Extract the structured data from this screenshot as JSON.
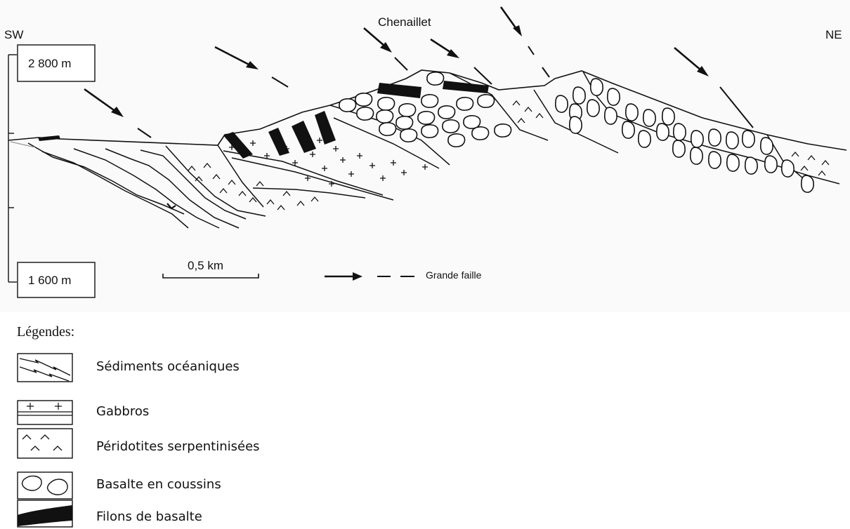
{
  "diagram": {
    "orientation_left": "SW",
    "orientation_right": "NE",
    "locality": "Chenaillet",
    "elevation_top": "2 800 m",
    "elevation_bottom": "1 600 m",
    "scale_label": "0,5 km",
    "fault_label": "Grande faille"
  },
  "legend": {
    "title": "Légendes:",
    "items": [
      {
        "symbol": "sediments-swatch",
        "label": "Sédiments océaniques"
      },
      {
        "symbol": "gabbro-swatch",
        "label": "Gabbros"
      },
      {
        "symbol": "peridotite-swatch",
        "label": "Péridotites serpentinisées"
      },
      {
        "symbol": "pillow-basalt-swatch",
        "label": "Basalte en coussins"
      },
      {
        "symbol": "basalt-dyke-swatch",
        "label": "Filons de basalte"
      }
    ]
  },
  "colors": {
    "ink": "#111111",
    "background": "#ffffff",
    "panel": "#fafafa"
  }
}
